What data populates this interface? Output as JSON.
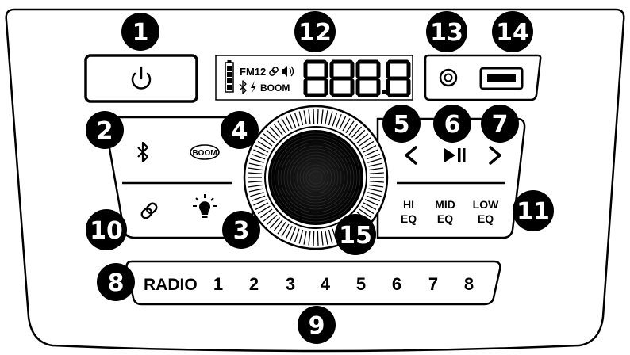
{
  "callouts": [
    {
      "id": "1",
      "text": "1"
    },
    {
      "id": "2",
      "text": "2"
    },
    {
      "id": "3",
      "text": "3"
    },
    {
      "id": "4",
      "text": "4"
    },
    {
      "id": "5",
      "text": "5"
    },
    {
      "id": "6",
      "text": "6"
    },
    {
      "id": "7",
      "text": "7"
    },
    {
      "id": "8",
      "text": "8"
    },
    {
      "id": "9",
      "text": "9"
    },
    {
      "id": "10",
      "text": "10"
    },
    {
      "id": "11",
      "text": "11"
    },
    {
      "id": "12",
      "text": "12"
    },
    {
      "id": "13",
      "text": "13"
    },
    {
      "id": "14",
      "text": "14"
    },
    {
      "id": "15",
      "text": "15"
    }
  ],
  "display": {
    "fm_label": "FM12",
    "boom_label": "BOOM",
    "digits": "888.8"
  },
  "left_panel": {
    "boom_logo_text": "BOOM"
  },
  "right_panel": {
    "hi_label": "HI",
    "hi_sub": "EQ",
    "mid_label": "MID",
    "mid_sub": "EQ",
    "low_label": "LOW",
    "low_sub": "EQ"
  },
  "preset_bar": {
    "radio_label": "RADIO",
    "presets": [
      "1",
      "2",
      "3",
      "4",
      "5",
      "6",
      "7",
      "8"
    ]
  },
  "icons": {
    "power": "power-icon",
    "bluetooth": "bluetooth-icon",
    "link": "link-icon",
    "light": "light-bulb-icon",
    "prev": "chevron-left-icon",
    "play_pause": "play-pause-icon",
    "next": "chevron-right-icon",
    "aux": "aux-jack-icon",
    "usb": "usb-port-icon"
  },
  "colors": {
    "line": "#000000",
    "callout_bg": "#000000",
    "callout_text": "#ffffff",
    "background": "#ffffff"
  }
}
